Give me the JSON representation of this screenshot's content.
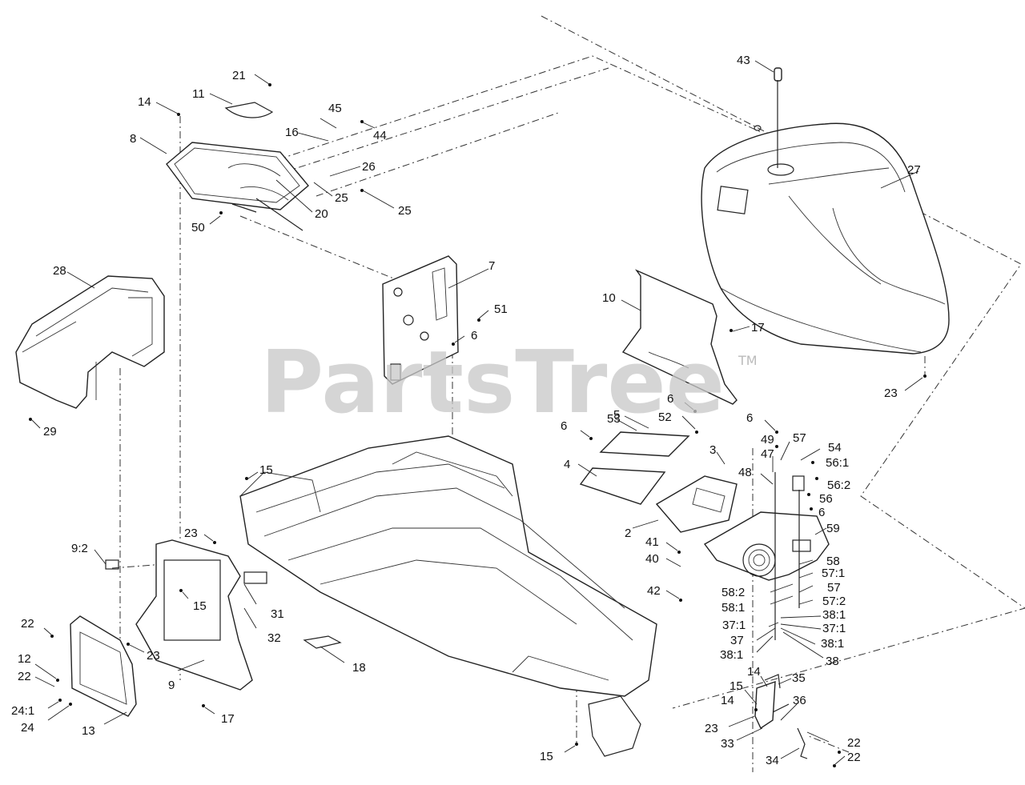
{
  "watermark": {
    "text": "PartsTree",
    "mark": "TM"
  },
  "callouts": {
    "c1": "21",
    "c2": "11",
    "c3": "14",
    "c4": "45",
    "c5": "16",
    "c6": "44",
    "c7": "8",
    "c8": "26",
    "c9": "25",
    "c10": "25",
    "c11": "20",
    "c12": "50",
    "c13": "43",
    "c14": "27",
    "c15": "28",
    "c16": "7",
    "c17": "51",
    "c18": "6",
    "c19": "10",
    "c20": "17",
    "c21": "23",
    "c22": "29",
    "c23": "6",
    "c24": "52",
    "c25": "53",
    "c26": "5",
    "c27": "6",
    "c28": "6",
    "c29": "49",
    "c30": "57",
    "c31": "54",
    "c32": "56:1",
    "c33": "47",
    "c34": "48",
    "c35": "3",
    "c36": "4",
    "c37": "56:2",
    "c38": "56",
    "c39": "15",
    "c40": "6",
    "c41": "2",
    "c42": "59",
    "c43": "23",
    "c44": "9:2",
    "c45": "41",
    "c46": "40",
    "c47": "58",
    "c48": "57:1",
    "c49": "15",
    "c50": "58:2",
    "c51": "57",
    "c52": "42",
    "c53": "58:1",
    "c54": "57:2",
    "c55": "31",
    "c56": "38:1",
    "c57": "37:1",
    "c58": "37:1",
    "c59": "22",
    "c60": "32",
    "c61": "37",
    "c62": "38:1",
    "c63": "23",
    "c64": "38:1",
    "c65": "38",
    "c66": "18",
    "c67": "12",
    "c68": "22",
    "c69": "9",
    "c70": "14",
    "c71": "35",
    "c72": "15",
    "c73": "24:1",
    "c74": "36",
    "c75": "24",
    "c76": "13",
    "c77": "17",
    "c78": "14",
    "c79": "23",
    "c80": "33",
    "c81": "22",
    "c82": "15",
    "c83": "34",
    "c84": "22"
  }
}
